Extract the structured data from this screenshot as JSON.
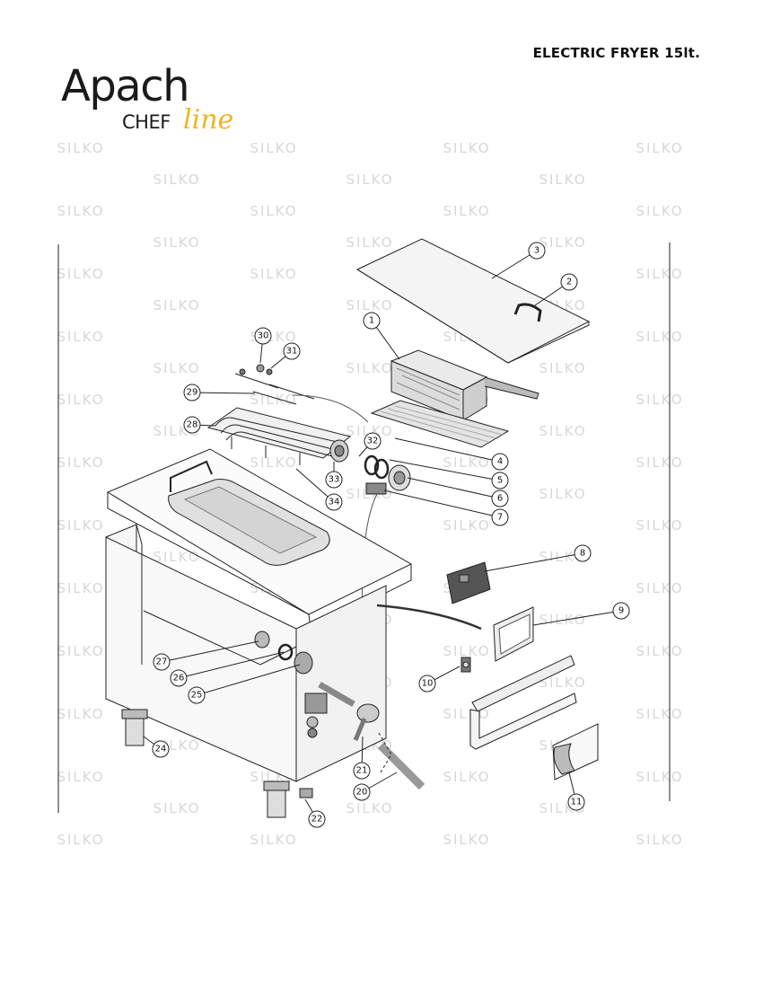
{
  "header": {
    "title": "ELECTRIC FRYER 15lt."
  },
  "logo": {
    "brand": "Apach",
    "sub1": "CHEF",
    "sub2": "line",
    "accent_color": "#f0b324"
  },
  "watermark": {
    "text": "SILKO"
  },
  "callouts": [
    {
      "label": "1"
    },
    {
      "label": "2"
    },
    {
      "label": "3"
    },
    {
      "label": "4"
    },
    {
      "label": "5"
    },
    {
      "label": "6"
    },
    {
      "label": "7"
    },
    {
      "label": "8"
    },
    {
      "label": "9"
    },
    {
      "label": "10"
    },
    {
      "label": "11"
    },
    {
      "label": "20"
    },
    {
      "label": "21"
    },
    {
      "label": "22"
    },
    {
      "label": "24"
    },
    {
      "label": "25"
    },
    {
      "label": "26"
    },
    {
      "label": "27"
    },
    {
      "label": "28"
    },
    {
      "label": "29"
    },
    {
      "label": "30"
    },
    {
      "label": "31"
    },
    {
      "label": "32"
    },
    {
      "label": "33"
    },
    {
      "label": "34"
    }
  ]
}
